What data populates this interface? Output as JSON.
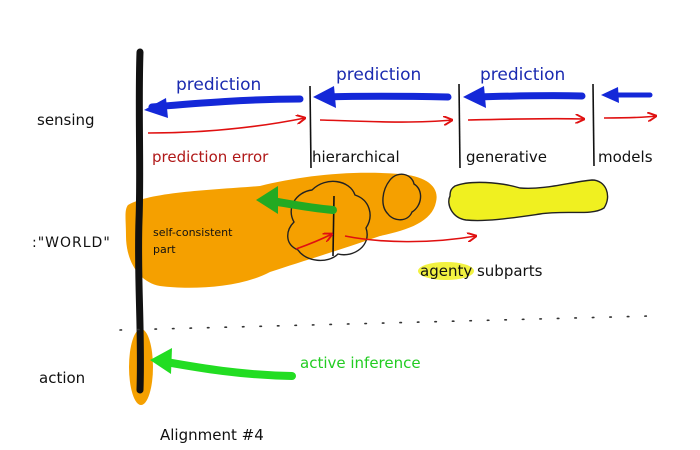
{
  "labels": {
    "sensing": "sensing",
    "world": ":\"WORLD\"",
    "action": "action",
    "prediction_1": "prediction",
    "prediction_2": "prediction",
    "prediction_3": "prediction",
    "prediction_error": "prediction error",
    "hierarchical": "hierarchical",
    "generative": "generative",
    "models": "models",
    "self_consistent_part_line1": "self-consistent",
    "self_consistent_part_line2": "part",
    "agenty_subparts": "agenty subparts",
    "active_inference": "active inference",
    "caption": "Alignment #4"
  },
  "colors": {
    "prediction_blue": "#1428d8",
    "prediction_label": "#1a2ab0",
    "error_red": "#e01010",
    "error_label": "#b01818",
    "world_orange": "#f5a000",
    "agenty_yellow": "#f0f020",
    "active_green": "#22dd22",
    "ink": "#111111"
  }
}
